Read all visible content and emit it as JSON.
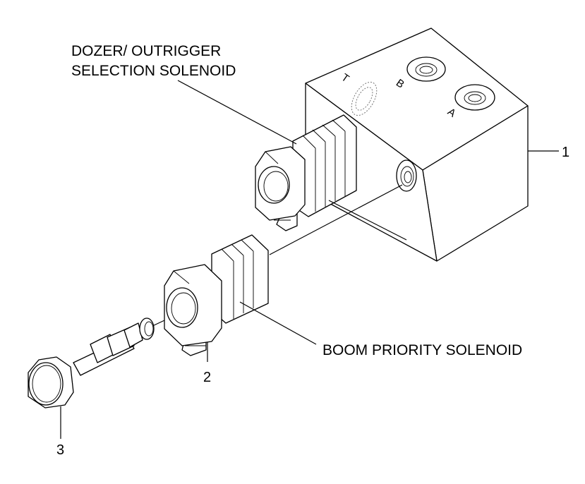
{
  "labels": {
    "dozer_line1": "DOZER/ OUTRIGGER",
    "dozer_line2": "SELECTION SOLENOID",
    "boom": "BOOM PRIORITY SOLENOID"
  },
  "item_numbers": {
    "valve_block": "1",
    "solenoid_coil": "2",
    "cartridge_valve": "3"
  },
  "ports": {
    "t": "T",
    "b": "B",
    "a": "A"
  }
}
